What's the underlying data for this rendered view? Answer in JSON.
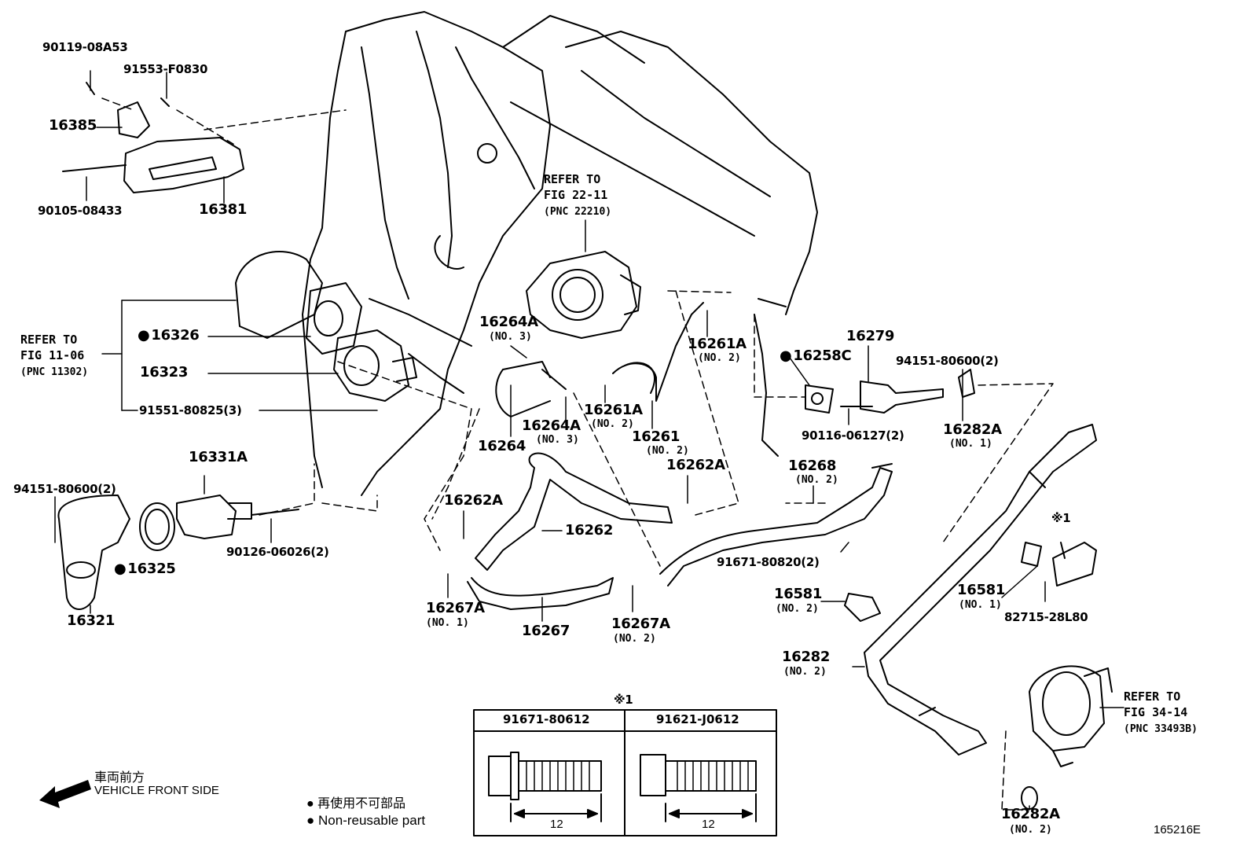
{
  "parts": {
    "p90119": "90119-08A53",
    "p91553": "91553-F0830",
    "p16385": "16385",
    "p90105": "90105-08433",
    "p16381": "16381",
    "p16326": "16326",
    "p16323": "16323",
    "p91551": "91551-80825(3)",
    "p16331A": "16331A",
    "p94151a": "94151-80600(2)",
    "p16325": "16325",
    "p16321": "16321",
    "p90126": "90126-06026(2)",
    "p16264A_1": "16264A",
    "p16264A_1_sub": "(NO. 3)",
    "p16264": "16264",
    "p16264A_2": "16264A",
    "p16264A_2_sub": "(NO. 3)",
    "p16261A_1": "16261A",
    "p16261A_1_sub": "(NO. 2)",
    "p16261A_2": "16261A",
    "p16261A_2_sub": "(NO. 2)",
    "p16261": "16261",
    "p16261_sub": "(NO. 2)",
    "p16262A_1": "16262A",
    "p16262A_2": "16262A",
    "p16262": "16262",
    "p16267A_1": "16267A",
    "p16267A_1_sub": "(NO. 1)",
    "p16267": "16267",
    "p16267A_2": "16267A",
    "p16267A_2_sub": "(NO. 2)",
    "p16258C": "16258C",
    "p16279": "16279",
    "p94151b": "94151-80600(2)",
    "p90116": "90116-06127(2)",
    "p16282A_1": "16282A",
    "p16282A_1_sub": "(NO. 1)",
    "p16268": "16268",
    "p16268_sub": "(NO. 2)",
    "p91671": "91671-80820(2)",
    "p16581_1": "16581",
    "p16581_1_sub": "(NO. 2)",
    "p16581_2": "16581",
    "p16581_2_sub": "(NO. 1)",
    "p82715": "82715-28L80",
    "p16282": "16282",
    "p16282_sub": "(NO. 2)",
    "p16282A_2": "16282A",
    "p16282A_2_sub": "(NO. 2)",
    "mark1": "※1"
  },
  "refs": {
    "ref1_line1": "REFER TO",
    "ref1_line2": "FIG 22-11",
    "ref1_line3": "(PNC 22210)",
    "ref2_line1": "REFER TO",
    "ref2_line2": "FIG 11-06",
    "ref2_line3": "(PNC 11302)",
    "ref3_line1": "REFER TO",
    "ref3_line2": "FIG 34-14",
    "ref3_line3": "(PNC 33493B)"
  },
  "bolt_table": {
    "mark": "※1",
    "col1": "91671-80612",
    "col2": "91621-J0612",
    "dim1": "12",
    "dim2": "12"
  },
  "legend": {
    "front_jp": "車両前方",
    "front_en": "VEHICLE FRONT SIDE",
    "nonreuse_jp": "再使用不可部品",
    "nonreuse_en": "Non-reusable part",
    "bullet": "●"
  },
  "figure_id": "165216E"
}
